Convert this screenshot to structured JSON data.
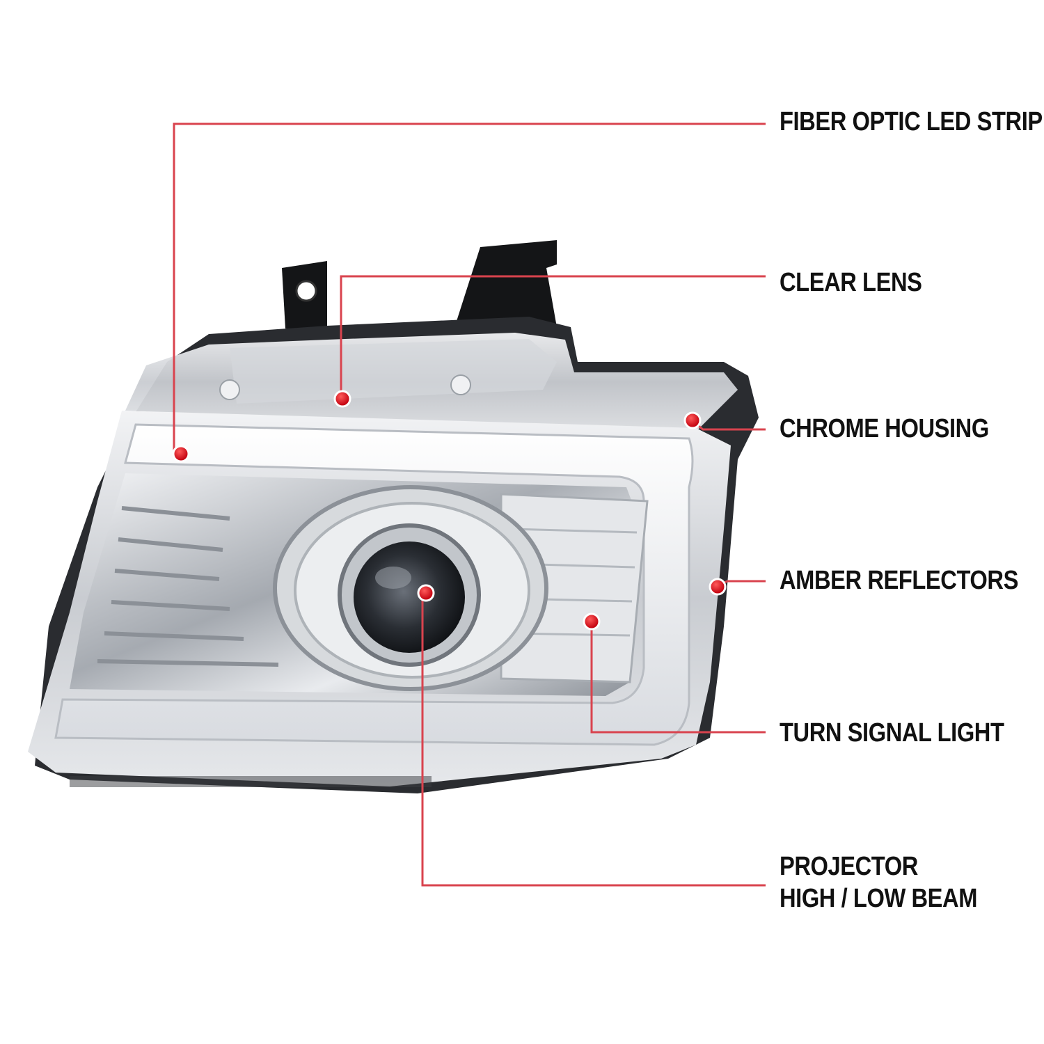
{
  "image": {
    "subject": "headlight-assembly",
    "callout_color": "#d9434e",
    "dot_color": "#e00012"
  },
  "callouts": [
    {
      "id": "fiber-optic-led-strip",
      "lines": [
        "FIBER OPTIC LED STRIP"
      ]
    },
    {
      "id": "clear-lens",
      "lines": [
        "CLEAR LENS"
      ]
    },
    {
      "id": "chrome-housing",
      "lines": [
        "CHROME HOUSING"
      ]
    },
    {
      "id": "amber-reflectors",
      "lines": [
        "AMBER REFLECTORS"
      ]
    },
    {
      "id": "turn-signal-light",
      "lines": [
        "TURN SIGNAL LIGHT"
      ]
    },
    {
      "id": "projector-beam",
      "lines": [
        "PROJECTOR",
        "HIGH /  LOW BEAM"
      ]
    }
  ]
}
